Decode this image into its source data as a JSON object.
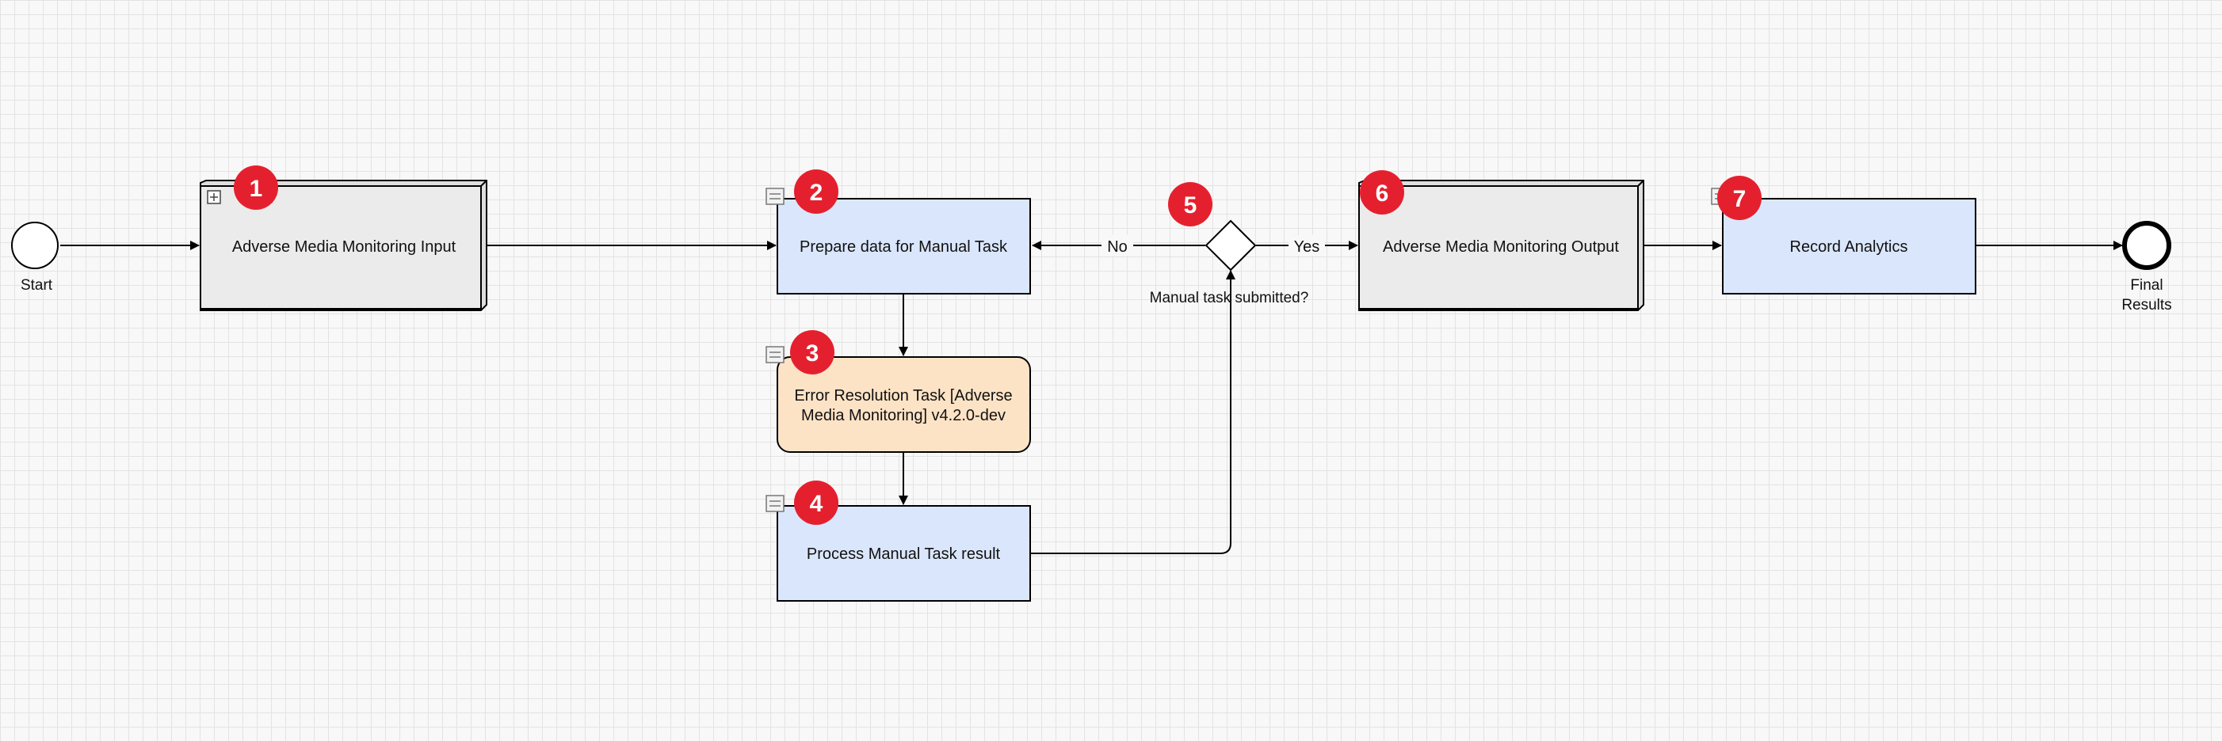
{
  "nodes": {
    "start": {
      "label": "Start"
    },
    "input": {
      "label": "Adverse Media Monitoring Input"
    },
    "prepare": {
      "label": "Prepare data for Manual Task"
    },
    "error": {
      "line1": "Error Resolution Task [Adverse",
      "line2": "Media Monitoring] v4.2.0-dev"
    },
    "process": {
      "label": "Process Manual Task result"
    },
    "gateway": {
      "label": "Manual task submitted?"
    },
    "output": {
      "label": "Adverse Media Monitoring Output"
    },
    "analytics": {
      "label": "Record Analytics"
    },
    "end": {
      "line1": "Final",
      "line2": "Results"
    }
  },
  "edges": {
    "no_label": "No",
    "yes_label": "Yes"
  },
  "badges": [
    "1",
    "2",
    "3",
    "4",
    "5",
    "6",
    "7"
  ],
  "colors": {
    "subprocess_fill": "#ebebeb",
    "task_fill": "#dae6fb",
    "error_fill": "#fde3c6",
    "badge": "#e5202e"
  },
  "icons": {
    "subprocess_marker": "collapsed-subprocess-icon",
    "task_marker": "service-task-icon"
  }
}
